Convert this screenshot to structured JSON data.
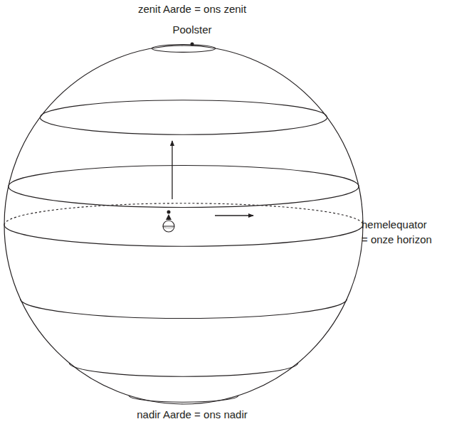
{
  "diagram": {
    "labels": [
      "zenit Aarde = ons zenit",
      "Poolster",
      "hemelequator = onze horizon",
      "nadir Aarde = ons nadir"
    ]
  }
}
